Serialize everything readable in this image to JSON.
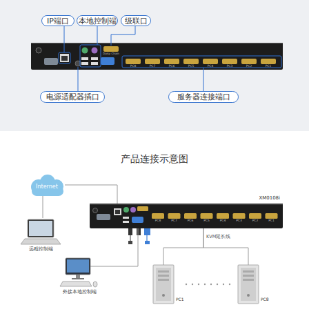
{
  "diagram": {
    "title": "产品连接示意图",
    "nodes": [
      {
        "text": [
          "IP端口"
        ]
      },
      {
        "text": [
          "本地控制端"
        ]
      },
      {
        "text": [
          "级联口"
        ]
      },
      {
        "text": [
          "电源适配器插口"
        ]
      },
      {
        "text": [
          "服务器连接端口"
        ]
      },
      {
        "text": [
          "Internet"
        ]
      },
      {
        "text": [
          "XM0108i"
        ]
      },
      {
        "text": [
          "远程控制端"
        ]
      },
      {
        "text": [
          "外接本地控制端"
        ]
      },
      {
        "text": [
          "PC1"
        ]
      },
      {
        "text": [
          "PC8"
        ]
      }
    ],
    "edges": [
      {
        "from": 5,
        "to": 7,
        "arrow": "none"
      },
      {
        "from": 5,
        "to": 6,
        "arrow": "none"
      },
      {
        "from": 8,
        "to": 6,
        "arrow": "none"
      },
      {
        "from": 6,
        "to": 9,
        "arrow": "none",
        "label": "KVM延长线"
      },
      {
        "from": 6,
        "to": 10,
        "arrow": "none"
      }
    ],
    "labels": [
      "PC8",
      "PC7",
      "PC6",
      "PC5",
      "PC4",
      "PC3",
      "PC2",
      "PC1",
      "Daisy Chain",
      "PC8",
      "PC7",
      "PC6",
      "PC5",
      "PC4",
      "PC3",
      "PC2",
      "PC1"
    ]
  }
}
